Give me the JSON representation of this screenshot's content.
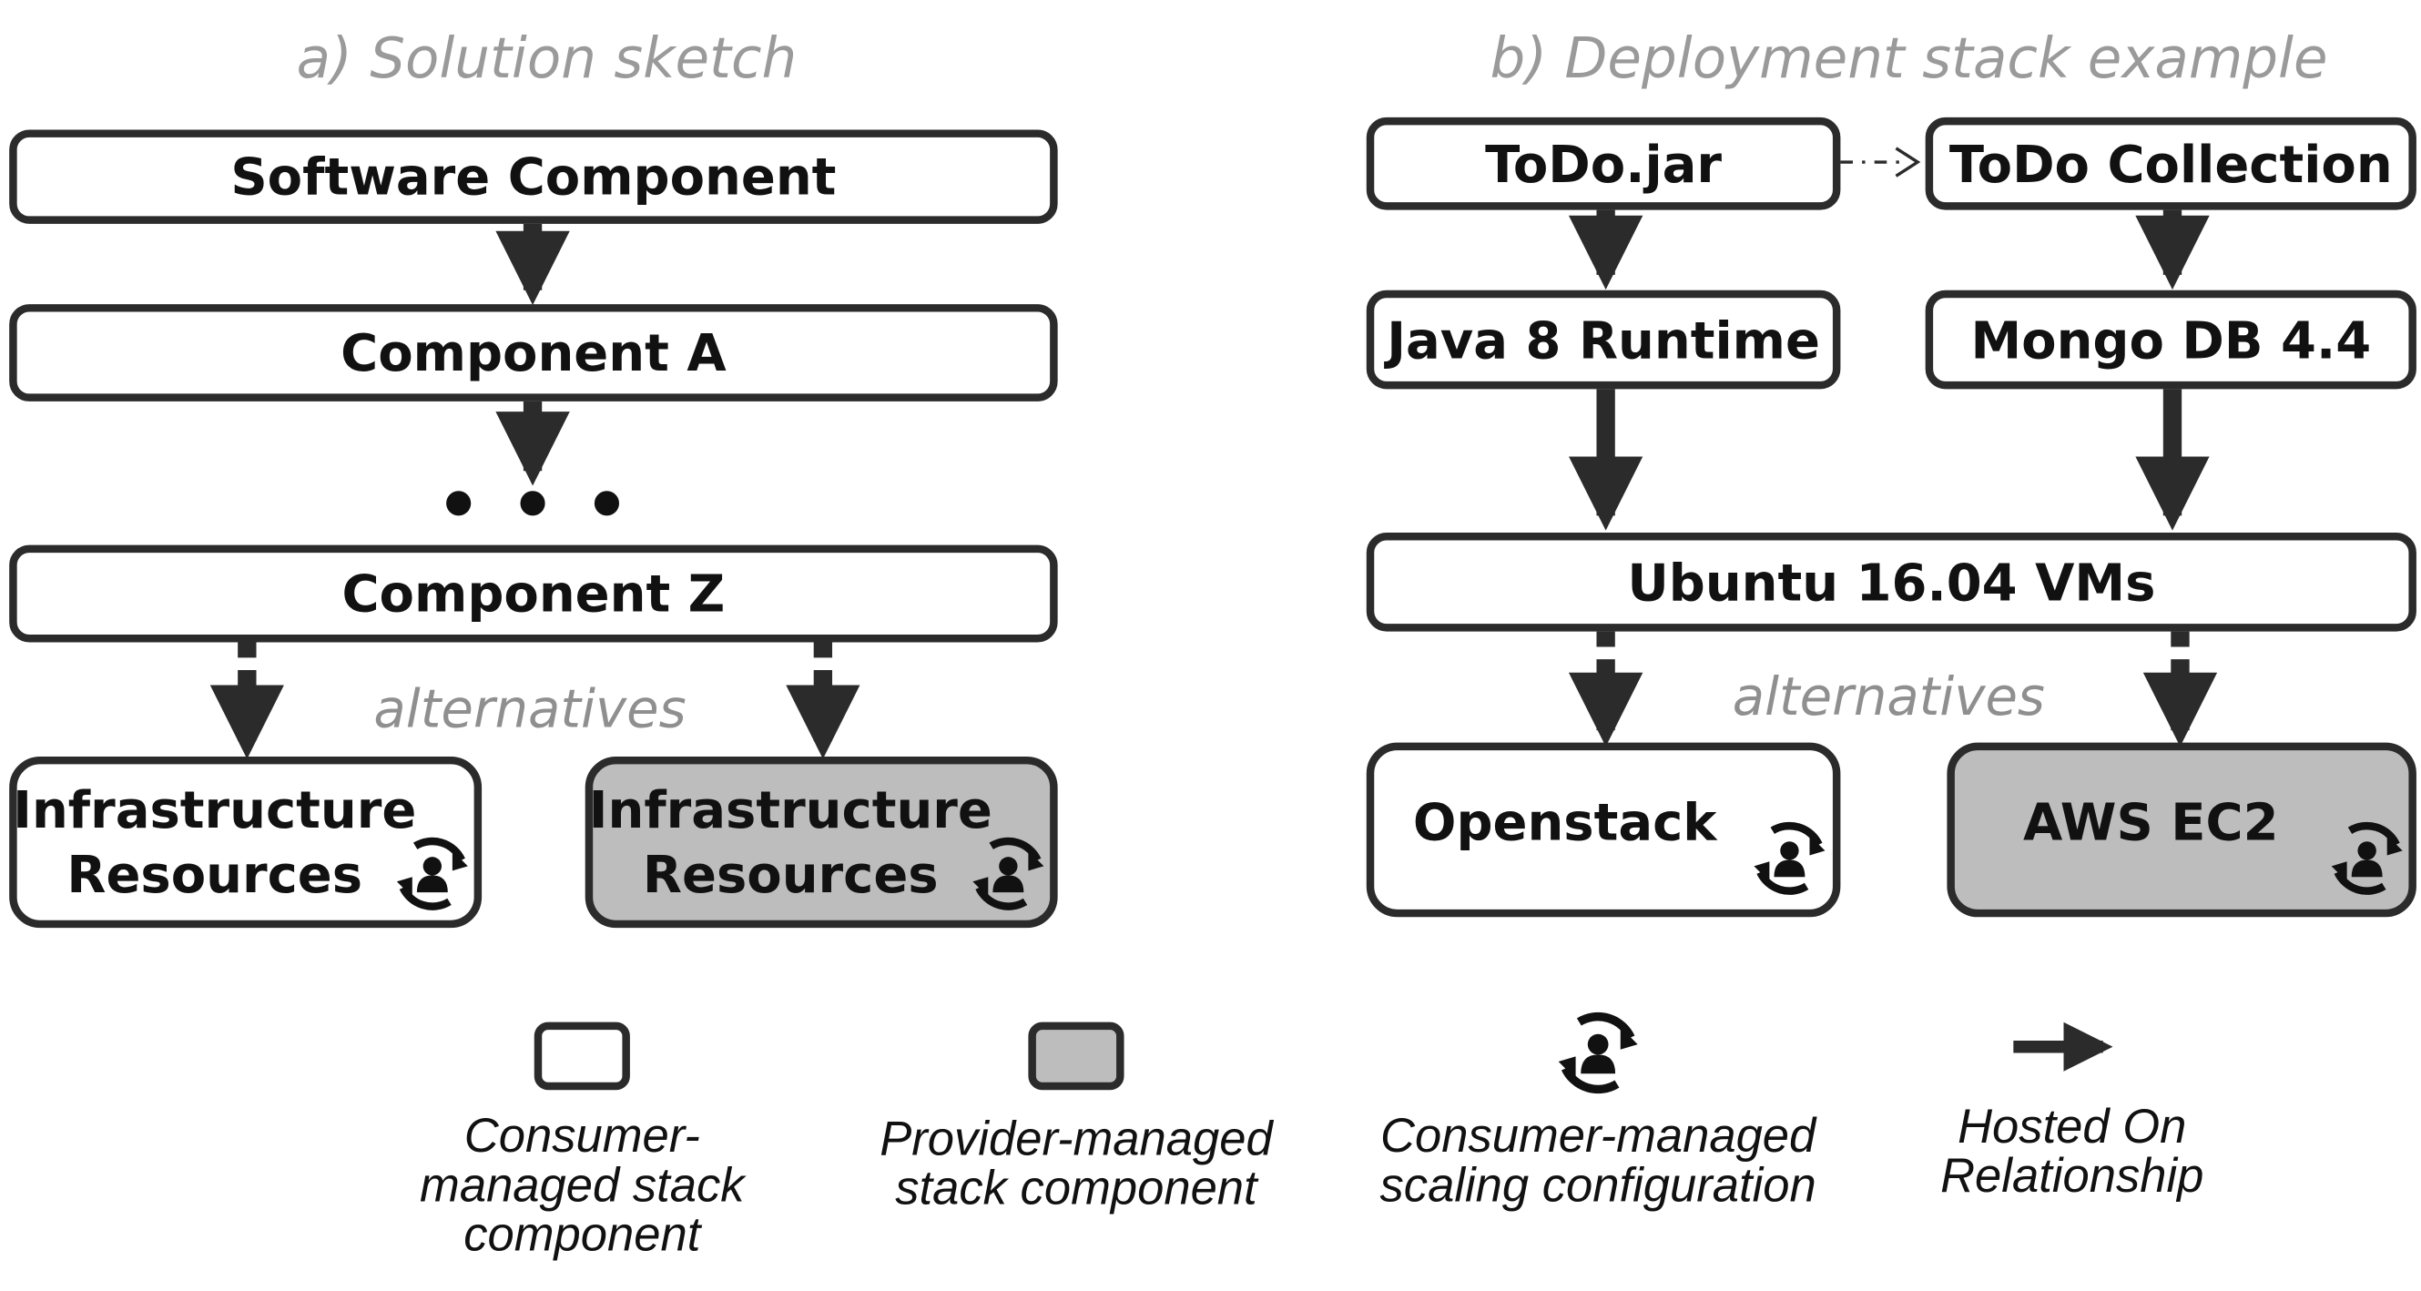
{
  "sketch": {
    "title": "a) Solution sketch",
    "software_component": "Software Component",
    "component_a": "Component A",
    "component_z": "Component Z",
    "alternatives": "alternatives",
    "infra_consumer": [
      "Infrastructure",
      "Resources"
    ],
    "infra_provider": [
      "Infrastructure",
      "Resources"
    ]
  },
  "deployment": {
    "title": "b) Deployment stack example",
    "todo_jar": "ToDo.jar",
    "todo_collection": "ToDo Collection",
    "java_runtime": "Java 8 Runtime",
    "mongo": "Mongo DB 4.4",
    "ubuntu": "Ubuntu 16.04 VMs",
    "alternatives": "alternatives",
    "openstack": "Openstack",
    "aws": "AWS EC2"
  },
  "legend": {
    "consumer_stack": [
      "Consumer-",
      "managed stack",
      "component"
    ],
    "provider_stack": [
      "Provider-managed",
      "stack component"
    ],
    "scaling": [
      "Consumer-managed",
      "scaling configuration"
    ],
    "hosted_on": [
      "Hosted On",
      "Relationship"
    ]
  },
  "colors": {
    "provider_fill": "#bdbdbd",
    "border": "#2b2b2b",
    "title": "#9a9a9a"
  },
  "icons": [
    "scaling-user-icon",
    "hosted-on-arrow-icon"
  ]
}
